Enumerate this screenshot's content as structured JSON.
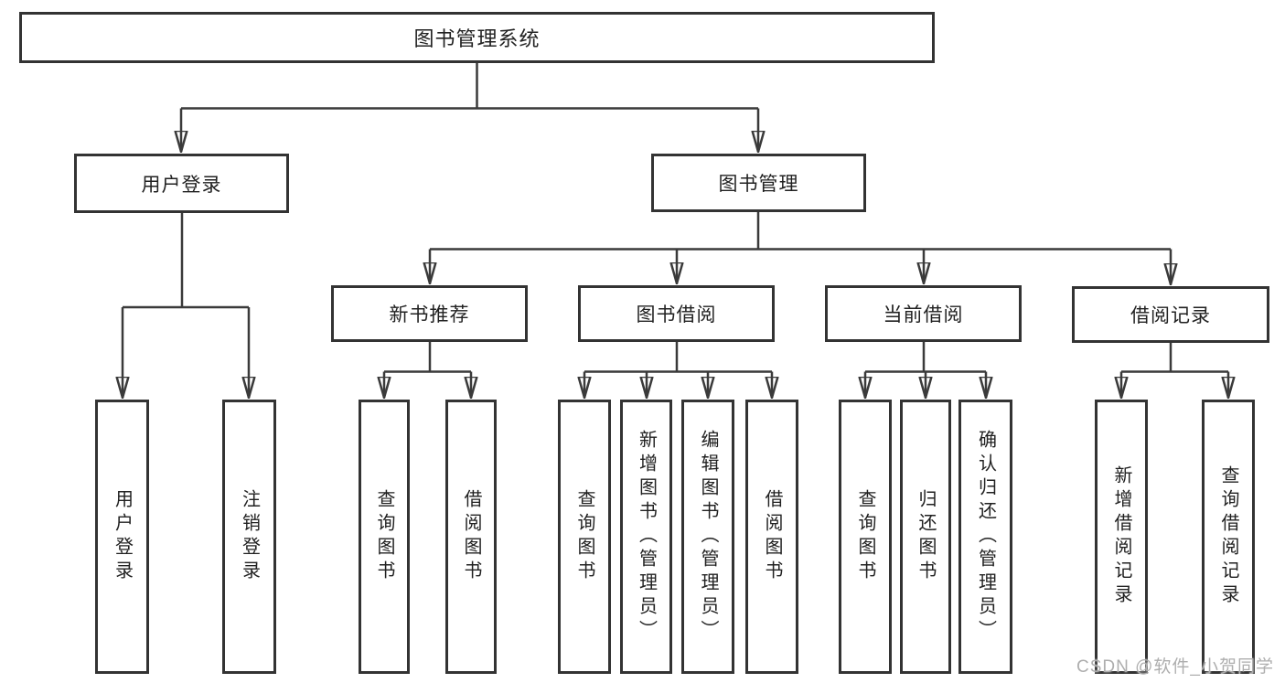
{
  "title": "图书管理系统",
  "watermark": "CSDN @软件_小贺同学",
  "colors": {
    "line": "#3a3a3a",
    "border": "#333333",
    "text": "#212121",
    "background": "#ffffff",
    "watermark": "#aeaeae"
  },
  "nodes": {
    "root": {
      "label": "图书管理系统"
    },
    "user_login": {
      "label": "用户登录",
      "children": {
        "login": {
          "label": "用户登录"
        },
        "logout": {
          "label": "注销登录"
        }
      }
    },
    "book_mgmt": {
      "label": "图书管理",
      "children": {
        "new_book_rec": {
          "label": "新书推荐",
          "children": {
            "query_books": {
              "label": "查询图书"
            },
            "borrow_books": {
              "label": "借阅图书"
            }
          }
        },
        "book_borrow": {
          "label": "图书借阅",
          "children": {
            "query_books": {
              "label": "查询图书"
            },
            "add_book": {
              "label": "新增图书（管理员）"
            },
            "edit_book": {
              "label": "编辑图书（管理员）"
            },
            "borrow_books": {
              "label": "借阅图书"
            }
          }
        },
        "current_borrow": {
          "label": "当前借阅",
          "children": {
            "query_books": {
              "label": "查询图书"
            },
            "return_book": {
              "label": "归还图书"
            },
            "confirm_return": {
              "label": "确认归还（管理员）"
            }
          }
        },
        "borrow_records": {
          "label": "借阅记录",
          "children": {
            "add_record": {
              "label": "新增借阅记录"
            },
            "query_record": {
              "label": "查询借阅记录"
            }
          }
        }
      }
    }
  }
}
